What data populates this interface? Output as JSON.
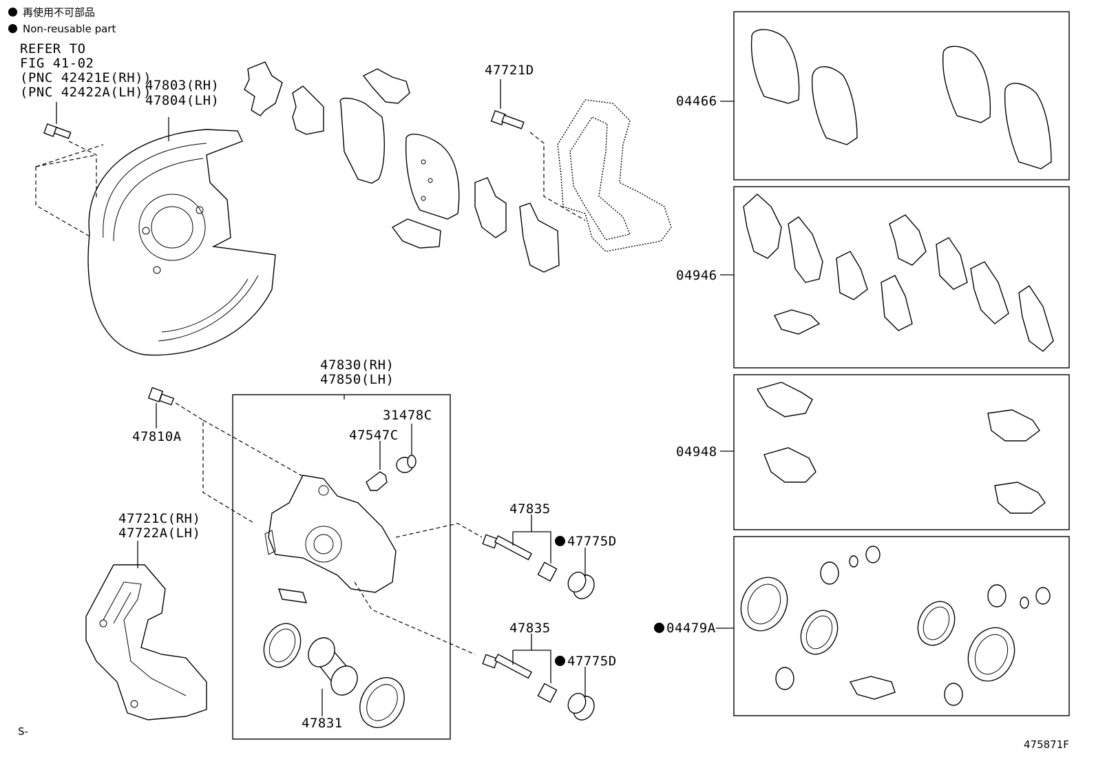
{
  "legend": {
    "jp": "再使用不可部品",
    "en": "Non-reusable part"
  },
  "refer": {
    "line1": "REFER TO",
    "line2": "FIG 41-02",
    "line3": "(PNC 42421E(RH))",
    "line4": "(PNC 42422A(LH))"
  },
  "parts": {
    "p47803": "47803(RH)",
    "p47804": "47804(LH)",
    "p47721D": "47721D",
    "p04466": "04466",
    "p04946": "04946",
    "p04948": "04948",
    "p04479A": "04479A",
    "p47830": "47830(RH)",
    "p47850": "47850(LH)",
    "p31478C": "31478C",
    "p47547C": "47547C",
    "p47810A": "47810A",
    "p47721C": "47721C(RH)",
    "p47722A": "47722A(LH)",
    "p47835a": "47835",
    "p47775Da": "47775D",
    "p47835b": "47835",
    "p47775Db": "47775D",
    "p47831": "47831"
  },
  "footer": {
    "left": "S-",
    "code": "475871F"
  }
}
